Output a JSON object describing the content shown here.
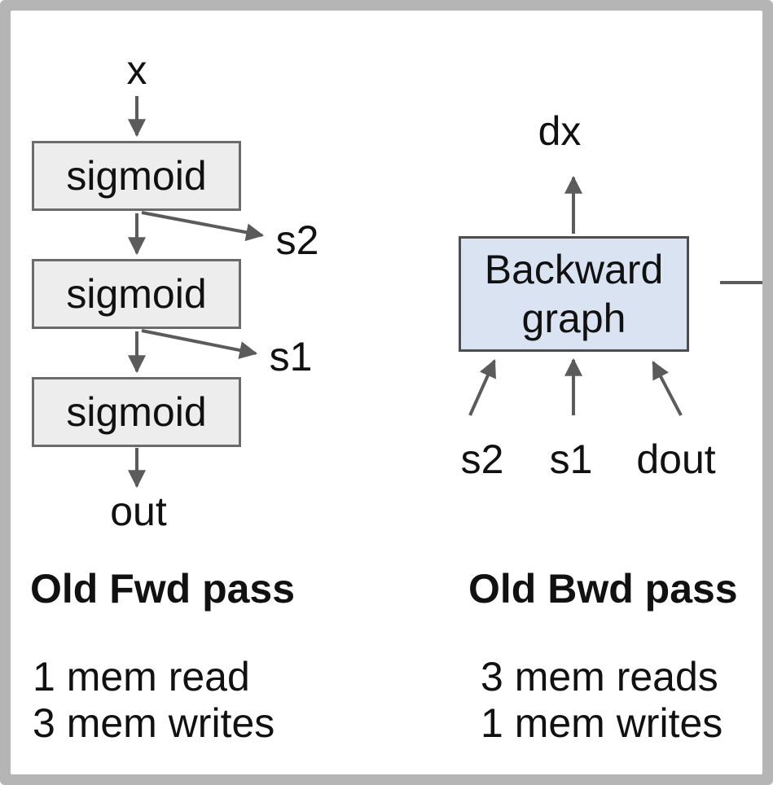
{
  "diagram": {
    "forward": {
      "input_label": "x",
      "nodes": [
        "sigmoid",
        "sigmoid",
        "sigmoid"
      ],
      "saved_outputs": [
        "s2",
        "s1"
      ],
      "output_label": "out",
      "title": "Old Fwd pass",
      "stats": [
        "1 mem read",
        "3 mem writes"
      ]
    },
    "backward": {
      "output_label": "dx",
      "node_line1": "Backward",
      "node_line2": "graph",
      "inputs": [
        "s2",
        "s1",
        "dout"
      ],
      "title": "Old Bwd pass",
      "stats": [
        "3 mem reads",
        "1 mem writes"
      ]
    }
  },
  "colors": {
    "frame_border": "#b5b5b5",
    "background": "#ffffff",
    "text": "#111111",
    "arrow": "#5b5b5b",
    "sigmoid_fill": "#ededed",
    "sigmoid_border": "#6b6b6b",
    "backward_fill": "#d9e3f1",
    "backward_border": "#4d4d4d"
  }
}
